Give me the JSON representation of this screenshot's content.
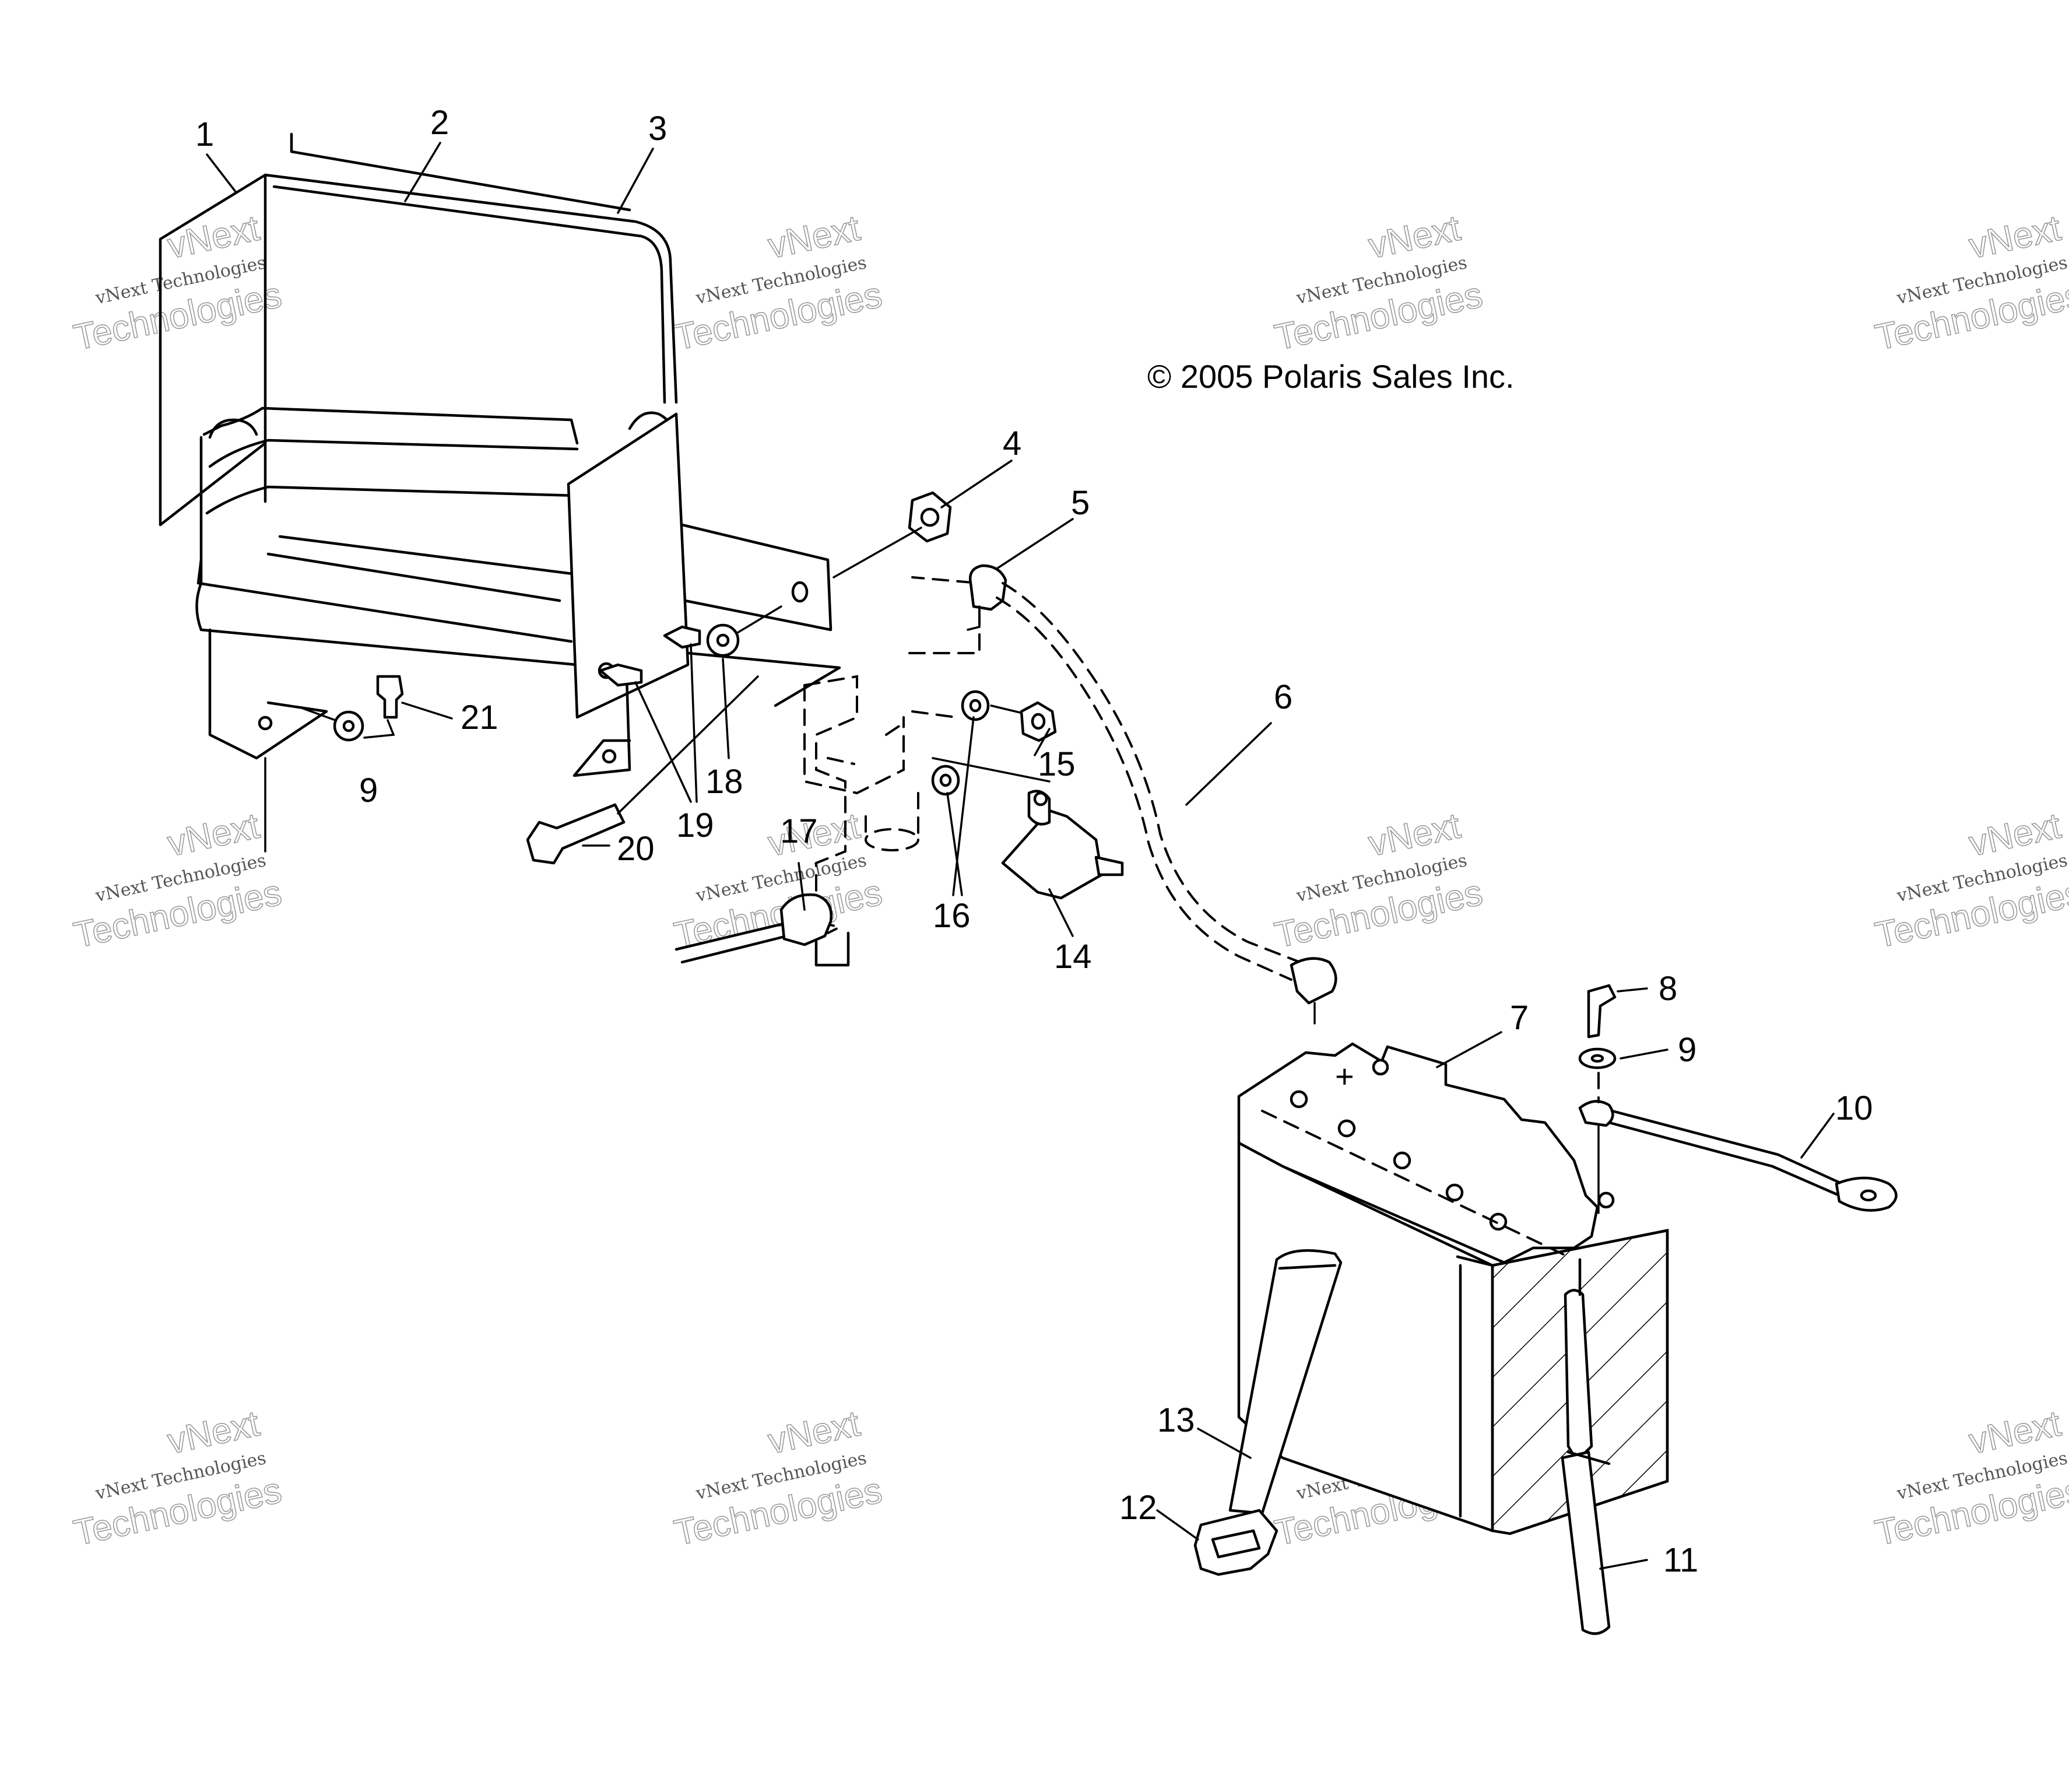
{
  "copyright": "© 2005 Polaris Sales Inc.",
  "watermark": {
    "line1": "vNext Technologies",
    "line2": "Technologies",
    "small": "vNext"
  },
  "callouts": [
    "1",
    "2",
    "3",
    "4",
    "5",
    "6",
    "7",
    "8",
    "9",
    "9",
    "10",
    "11",
    "12",
    "13",
    "14",
    "15",
    "16",
    "17",
    "18",
    "19",
    "20",
    "21"
  ],
  "battery_terminal_symbol": "+"
}
